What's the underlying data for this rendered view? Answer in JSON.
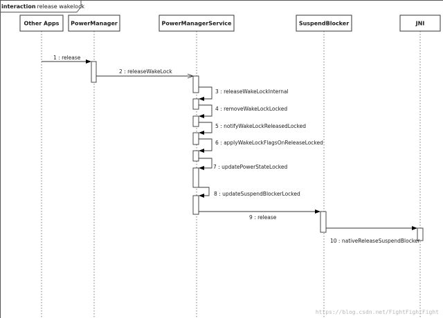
{
  "frame": {
    "keyword": "interaction",
    "name": "release wakelock"
  },
  "participants": [
    {
      "id": "other_apps",
      "label": "Other Apps"
    },
    {
      "id": "power_manager",
      "label": "PowerManager"
    },
    {
      "id": "power_manager_service",
      "label": "PowerManagerService"
    },
    {
      "id": "suspend_blocker",
      "label": "SuspendBlocker"
    },
    {
      "id": "jni",
      "label": "JNI"
    }
  ],
  "messages": [
    {
      "number": 1,
      "label": "1 : release",
      "from": "other_apps",
      "to": "power_manager",
      "arrow": "filled"
    },
    {
      "number": 2,
      "label": "2 : releaseWakeLock",
      "from": "power_manager",
      "to": "power_manager_service",
      "arrow": "open"
    },
    {
      "number": 3,
      "label": "3 : releaseWakeLockInternal",
      "from": "power_manager_service",
      "to": "power_manager_service",
      "arrow": "filled"
    },
    {
      "number": 4,
      "label": "4 : removeWakeLockLocked",
      "from": "power_manager_service",
      "to": "power_manager_service",
      "arrow": "filled"
    },
    {
      "number": 5,
      "label": "5 : notifyWakeLockReleasedLocked",
      "from": "power_manager_service",
      "to": "power_manager_service",
      "arrow": "filled"
    },
    {
      "number": 6,
      "label": "6 : applyWakeLockFlagsOnReleaseLocked",
      "from": "power_manager_service",
      "to": "power_manager_service",
      "arrow": "filled"
    },
    {
      "number": 7,
      "label": "7 : updatePowerStateLocked",
      "from": "power_manager_service",
      "to": "power_manager_service",
      "arrow": "filled"
    },
    {
      "number": 8,
      "label": "8 : updateSuspendBlockerLocked",
      "from": "power_manager_service",
      "to": "power_manager_service",
      "arrow": "filled"
    },
    {
      "number": 9,
      "label": "9 : release",
      "from": "power_manager_service",
      "to": "suspend_blocker",
      "arrow": "filled"
    },
    {
      "number": 10,
      "label": "10 : nativeReleaseSuspendBlocker",
      "from": "suspend_blocker",
      "to": "jni",
      "arrow": "filled"
    }
  ],
  "watermark": "https://blog.csdn.net/FightFightFight"
}
